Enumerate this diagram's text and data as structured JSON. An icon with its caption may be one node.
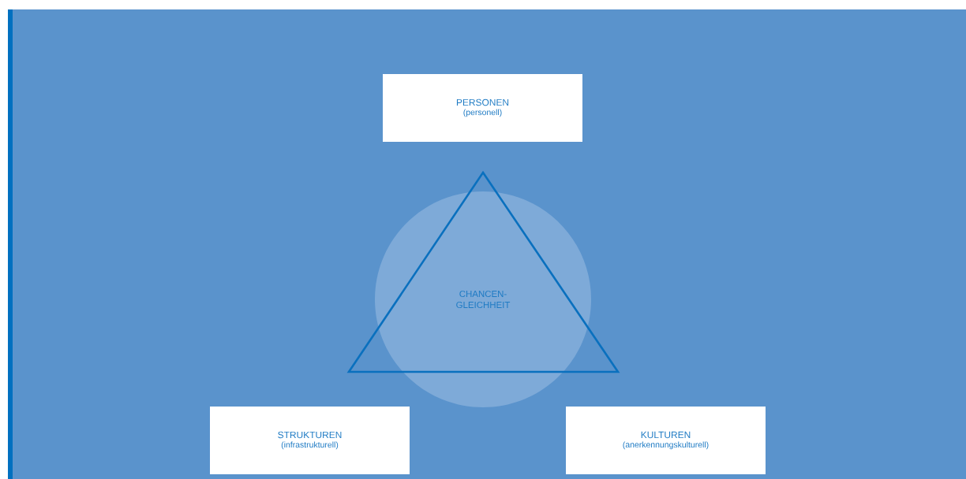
{
  "diagram": {
    "nodes": [
      {
        "text": [
          "PERSONEN",
          "(personell)"
        ]
      },
      {
        "text": [
          "CHANCEN- GLEICHHEIT"
        ]
      },
      {
        "text": [
          "STRUKTUREN",
          "(infrastrukturell)"
        ]
      },
      {
        "text": [
          "KULTUREN",
          "(anerkennungskulturell)"
        ]
      }
    ],
    "edges": []
  }
}
